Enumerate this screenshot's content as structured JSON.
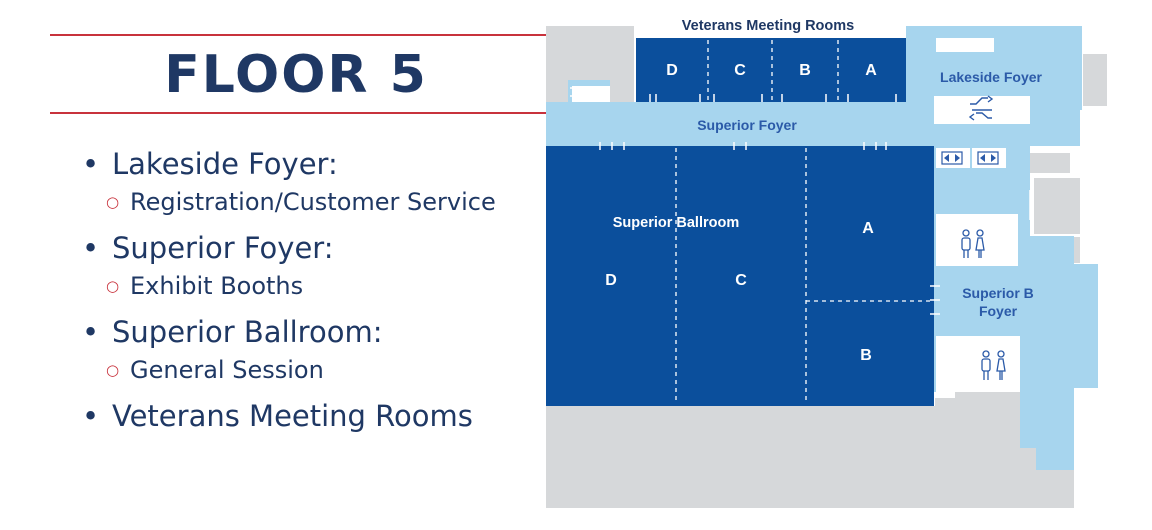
{
  "page": {
    "title": "FLOOR 5"
  },
  "legend": [
    {
      "label": "Lakeside Foyer:",
      "sub": "Registration/Customer Service"
    },
    {
      "label": "Superior Foyer:",
      "sub": "Exhibit Booths"
    },
    {
      "label": "Superior Ballroom:",
      "sub": "General Session"
    },
    {
      "label": "Veterans Meeting Rooms",
      "sub": ""
    }
  ],
  "map": {
    "veterans_label": "Veterans Meeting Rooms",
    "veterans_rooms": [
      "D",
      "C",
      "B",
      "A"
    ],
    "lakeside_foyer": "Lakeside Foyer",
    "superior_foyer": "Superior Foyer",
    "superior_ballroom": "Superior Ballroom",
    "ballroom_sections": {
      "a": "A",
      "b": "B",
      "c": "C",
      "d": "D"
    },
    "superior_b_foyer_line1": "Superior B",
    "superior_b_foyer_line2": "Foyer",
    "colors": {
      "room": "#0b4f9c",
      "foyer": "#a7d5ee",
      "service": "#d6d8da",
      "text_dark": "#1f3864",
      "accent": "#c8323c"
    },
    "icons": [
      "escalator-icon",
      "elevator-icon",
      "restroom-icon"
    ]
  }
}
